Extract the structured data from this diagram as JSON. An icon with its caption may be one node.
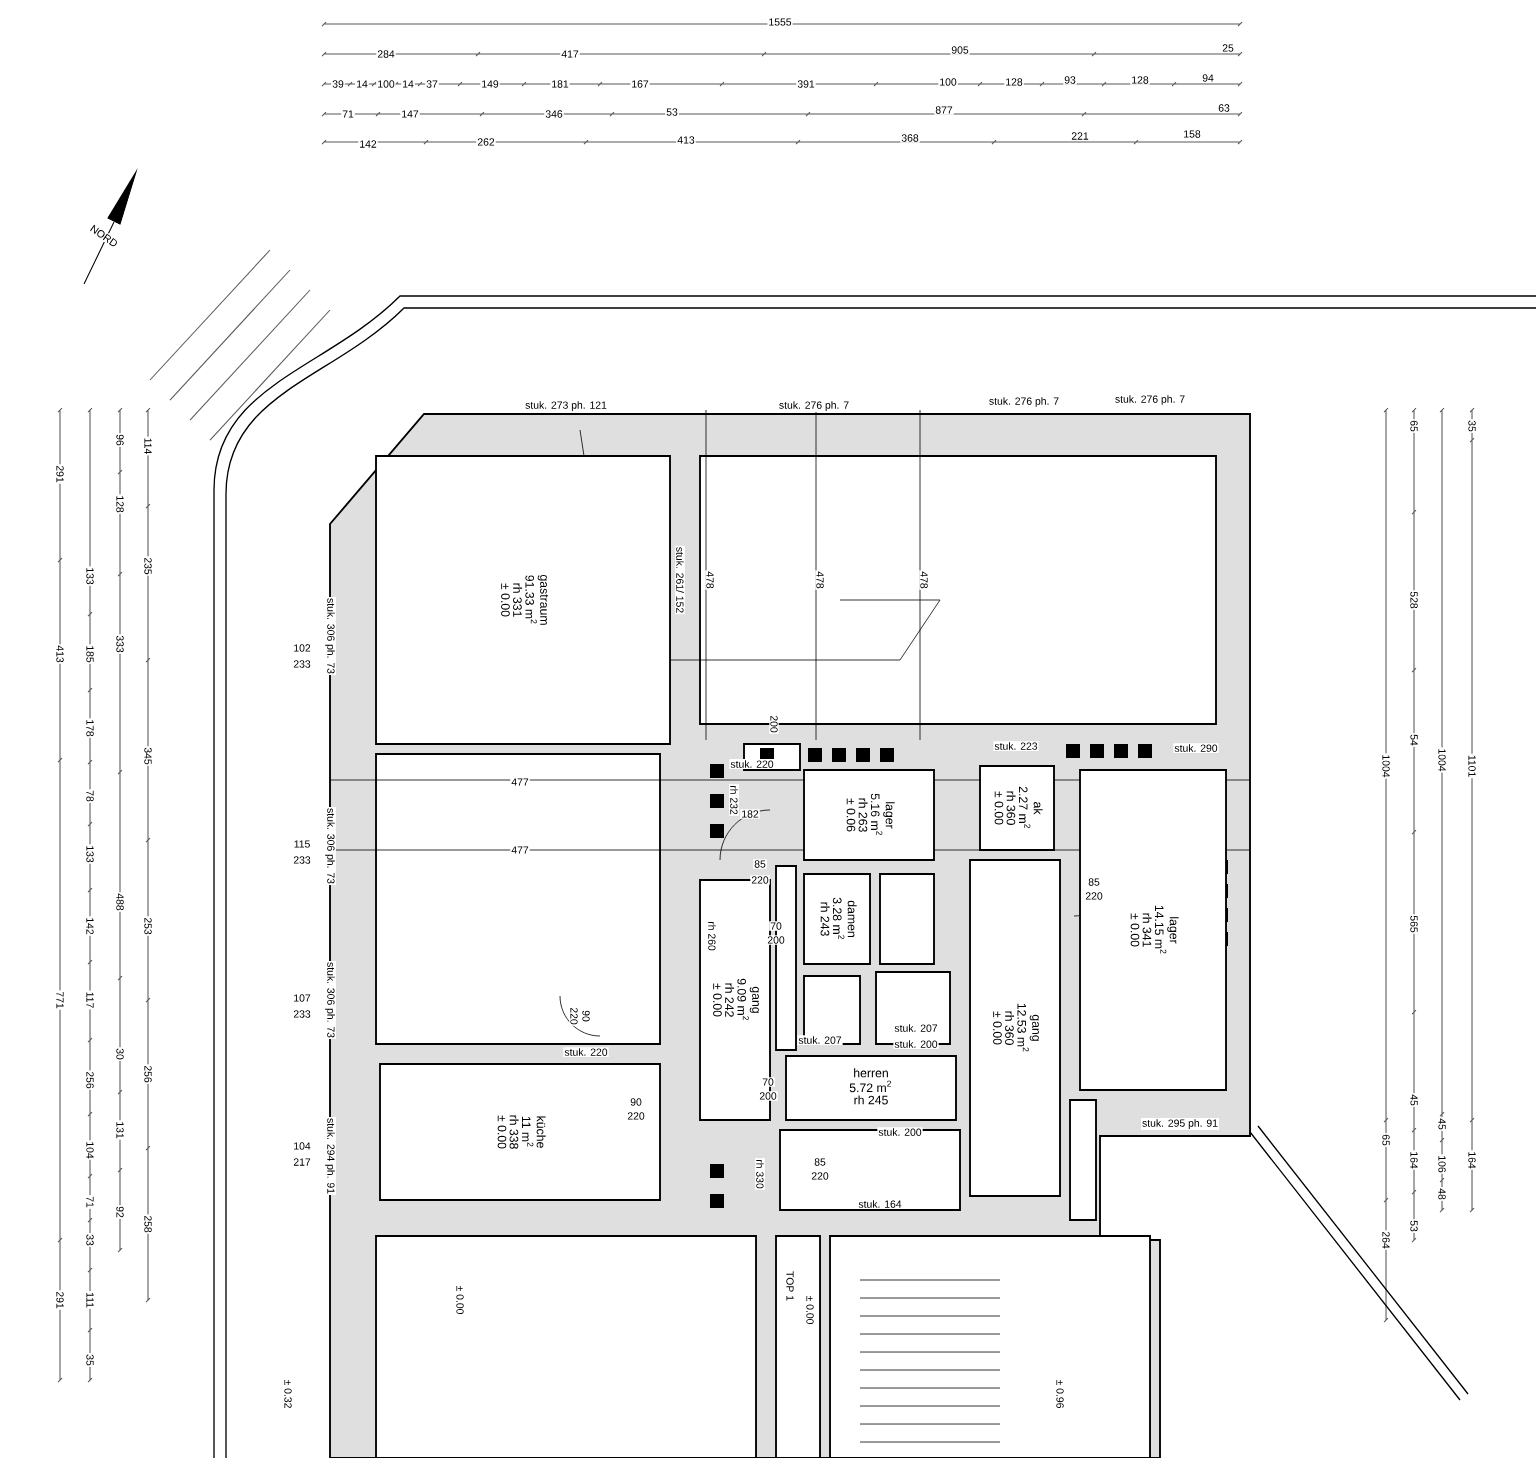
{
  "diagram": {
    "nodes": [
      {
        "text": [
          "gastraum",
          "91.33 m$^{2}$",
          "rh 331",
          "± 0.00"
        ]
      },
      {
        "text": [
          "lager",
          "5.16 m$^{2}$",
          "rh 263",
          "± 0.06"
        ]
      },
      {
        "text": [
          "ak",
          "2.27 m$^{2}$",
          "rh 360",
          "± 0.00"
        ]
      },
      {
        "text": [
          "lager",
          "14.15 m$^{2}$",
          "rh 341",
          "± 0.00"
        ]
      },
      {
        "text": [
          "damen",
          "3.28 m$^{2}$",
          "rh 243"
        ]
      },
      {
        "text": [
          "gang",
          "9.09 m$^{2}$",
          "rh 242",
          "± 0.00"
        ]
      },
      {
        "text": [
          "gang",
          "12.53 m$^{2}$",
          "rh 360",
          "± 0.00"
        ]
      },
      {
        "text": [
          "herren",
          "5.72 m$^{2}$",
          "rh 245"
        ]
      },
      {
        "text": [
          "küche",
          "11 m$^{2}$",
          "rh 338",
          "± 0.00"
        ]
      }
    ],
    "labels": [
      "1555",
      "284",
      "417",
      "905",
      "25",
      "39",
      "14",
      "100",
      "14",
      "37",
      "149",
      "181",
      "167",
      "391",
      "100",
      "128",
      "93",
      "128",
      "94",
      "71",
      "147",
      "346",
      "53",
      "877",
      "63",
      "142",
      "262",
      "413",
      "368",
      "221",
      "158",
      "NORD",
      "291",
      "413",
      "771",
      "291",
      "133",
      "185",
      "178",
      "78",
      "133",
      "142",
      "117",
      "256",
      "104",
      "71",
      "33",
      "111",
      "35",
      "96",
      "128",
      "333",
      "488",
      "30",
      "131",
      "92",
      "114",
      "235",
      "345",
      "253",
      "256",
      "258",
      "1004",
      "65",
      "264",
      "65",
      "528",
      "54",
      "565",
      "45",
      "164",
      "53",
      "1004",
      "45",
      "106",
      "48",
      "35",
      "1101",
      "164",
      "stuk. 273 ph. 121",
      "stuk. 276 ph. 7",
      "stuk. 276 ph. 7",
      "stuk. 276 ph. 7",
      "stuk. 306 ph. 73",
      "102",
      "233",
      "stuk. 261/ 152",
      "478",
      "478",
      "478",
      "stuk. 220",
      "200",
      "stuk. 223",
      "stuk. 290",
      "477",
      "477",
      "rh 232",
      "182",
      "stuk. 306 ph. 73",
      "115",
      "233",
      "85",
      "220",
      "85",
      "220",
      "rh 260",
      "70",
      "200",
      "107",
      "233",
      "stuk. 306 ph. 73",
      "90",
      "220",
      "stuk. 220",
      "stuk. 207",
      "stuk. 207",
      "stuk. 200",
      "70",
      "200",
      "90",
      "220",
      "stuk. 294 ph. 91",
      "104",
      "217",
      "stuk. 200",
      "stuk. 295 ph. 91",
      "rh 330",
      "85",
      "220",
      "stuk. 164",
      "TOP 1",
      "± 0.00",
      "± 0.00",
      "± 0.32",
      "± 0.96"
    ]
  }
}
